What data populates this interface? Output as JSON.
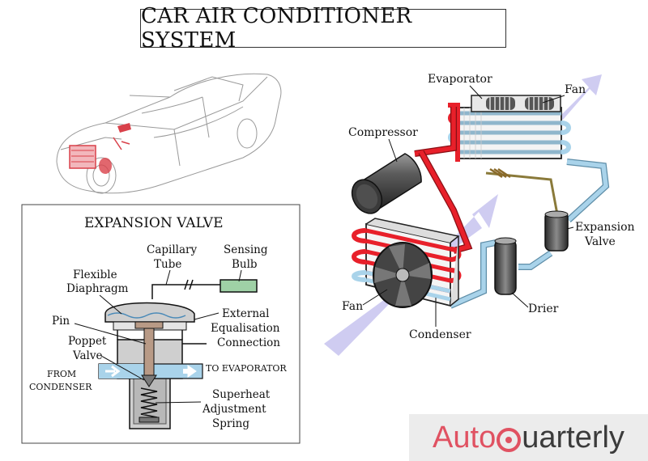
{
  "title": "CAR AIR CONDITIONER SYSTEM",
  "system_labels": {
    "evaporator": "Evaporator",
    "fan_top": "Fan",
    "compressor": "Compressor",
    "expansion_1": "Expansion",
    "expansion_2": "Valve",
    "fan_bottom": "Fan",
    "drier": "Drier",
    "condenser": "Condenser"
  },
  "valve": {
    "heading": "EXPANSION VALVE",
    "capillary_1": "Capillary",
    "capillary_2": "Tube",
    "sensing_1": "Sensing",
    "sensing_2": "Bulb",
    "flexible_1": "Flexible",
    "flexible_2": "Diaphragm",
    "external_1": "External",
    "external_2": "Equalisation",
    "external_3": "Connection",
    "pin": "Pin",
    "poppet_1": "Poppet",
    "poppet_2": "Valve",
    "to_evaporator": "TO EVAPORATOR",
    "from_1": "FROM",
    "from_2": "CONDENSER",
    "superheat_1": "Superheat",
    "superheat_2": "Adjustment",
    "superheat_3": "Spring"
  },
  "brand": {
    "part1": "Auto",
    "part2": "uarterly"
  },
  "colors": {
    "hot_line": "#e8202a",
    "cold_line": "#a9d3ea",
    "airflow": "#c7c3ee",
    "car_parts": "#d9414a"
  }
}
